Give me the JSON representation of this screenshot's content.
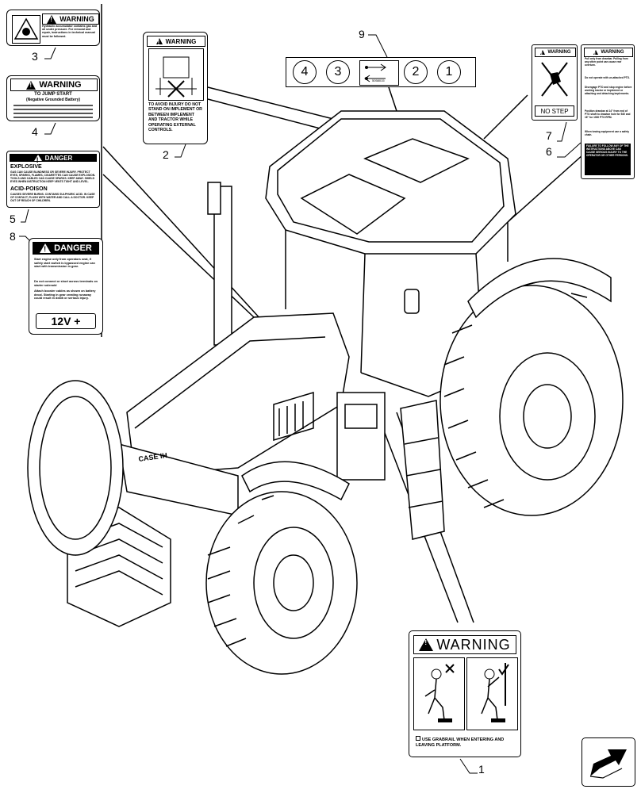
{
  "callouts": {
    "c1": "1",
    "c2": "2",
    "c3": "3",
    "c4": "4",
    "c5": "5",
    "c6": "6",
    "c7": "7",
    "c8": "8",
    "c9": "9"
  },
  "decal_3": {
    "header": "WARNING",
    "text": "Hydraulic accumulator contains gas and oil under pressure. For removal and repair, instructions in technical manual must be followed."
  },
  "decal_4": {
    "header": "WARNING",
    "title": "TO JUMP START",
    "subtitle": "(Negative Grounded Battery)"
  },
  "decal_5": {
    "header": "DANGER",
    "explosive": "EXPLOSIVE",
    "explosive_text": "GAS CAN CAUSE BLINDNESS OR SEVERE INJURY. PROTECT EYES, SPARKS, FLAMES, CIGARETTES CAN CAUSE EXPLOSION. TOOLS AND CABLES CAN CAUSE SPARKS. KEEP AWAY. SHIELD EYES WHEN INSTRUCTION KEEP VENTS TIGHT AND LEVEL.",
    "acid": "ACID-POISON",
    "acid_text": "CAUSES SEVERE BURNS. CONTAINS SULPHURIC ACID. IN CASE OF CONTACT, FLUSH WITH WATER AND CALL A DOCTOR. KEEP OUT OF REACH OF CHILDREN."
  },
  "decal_8": {
    "header": "DANGER",
    "bullets": [
      "Start engine only from operators seat, if safety start switch is bypassed engine can start with transmission in gear.",
      "Do not connect or short across terminals on starter solenoid",
      "Attach booster cables as shown on battery decal. Starting in gear creating runaway could result in death or serious injury."
    ],
    "footer": "12V +"
  },
  "decal_2": {
    "header": "WARNING",
    "text": "TO AVOID INJURY DO NOT STAND ON IMPLEMENT OR BETWEEN IMPLEMENT AND TRACTOR WHILE OPERATING EXTERNAL CONTROLS."
  },
  "decal_9": {
    "numbers": [
      "4",
      "3",
      "2",
      "1"
    ],
    "part_no": "5058015"
  },
  "decal_7": {
    "header": "WARNING",
    "footer": "NO STEP"
  },
  "decal_6": {
    "header": "WARNING",
    "bullets": [
      "Pull only from drawbar. Pulling from any other point can cause rear overturn.",
      "Do not operate with un-attached PTO.",
      "Disengage PTO and stop engine before working tractor or implement or attaching and detaching implements.",
      "Position drawbar at 14\" from end of PTO shaft to drawbar hole for 540 and 16\" for 1000 PTO RPM.",
      "When towing equipment use a safety chain."
    ],
    "footer": "FAILURE TO FOLLOW ANY OF THE INSTRUCTIONS ABOVE CAN CAUSE SERIOUS INJURY TO THE OPERATOR OR OTHER PERSONS."
  },
  "decal_1": {
    "header": "WARNING",
    "text": "USE GRABRAIL WHEN ENTERING AND LEAVING PLATFORM."
  },
  "tractor": {
    "brand": "CASE IH"
  }
}
